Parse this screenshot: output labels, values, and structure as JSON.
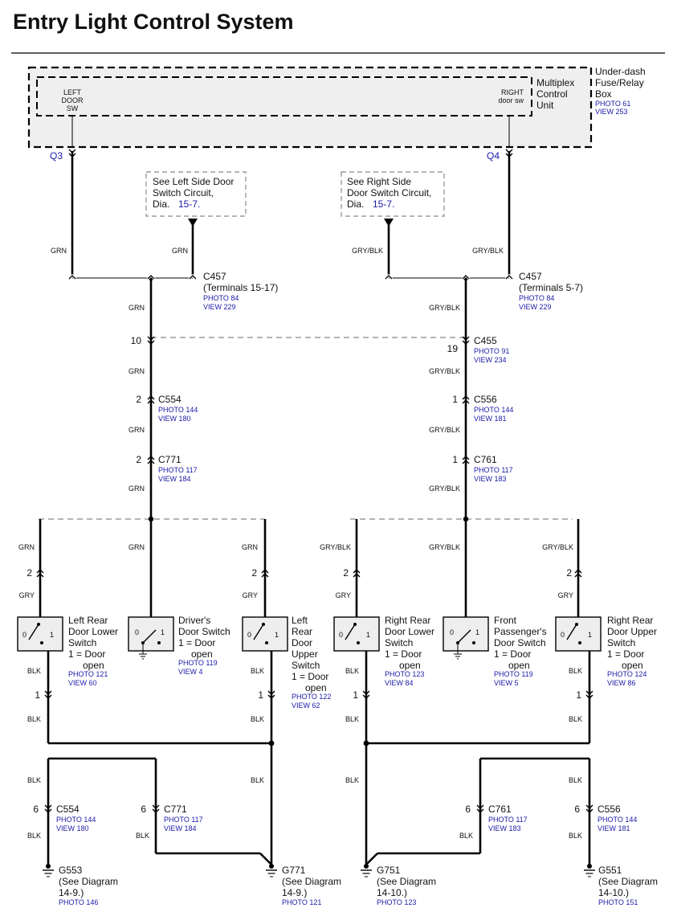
{
  "title": "Entry Light Control System",
  "fuse_box": {
    "name_lines": [
      "Under-dash",
      "Fuse/Relay",
      "Box"
    ],
    "photo": "PHOTO 61",
    "view": "VIEW 253",
    "mcu_lines": [
      "Multiplex",
      "Control",
      "Unit"
    ],
    "left_input_lines": [
      "LEFT",
      "DOOR",
      "SW"
    ],
    "right_input_lines": [
      "RIGHT",
      "door sw"
    ],
    "left_terminal": "Q3",
    "right_terminal": "Q4"
  },
  "see_left": {
    "lines": [
      "See Left Side Door",
      "Switch Circuit,"
    ],
    "dia_prefix": "Dia.",
    "dia_ref": "15-7."
  },
  "see_right": {
    "lines": [
      "See Right Side",
      "Door Switch Circuit,"
    ],
    "dia_prefix": "Dia.",
    "dia_ref": "15-7."
  },
  "wire_colors": {
    "grn": "GRN",
    "gry_blk": "GRY/BLK",
    "gry": "GRY",
    "blk": "BLK"
  },
  "connectors": {
    "c457_left": {
      "name": "C457",
      "sub": "(Terminals 15-17)",
      "photo": "PHOTO 84",
      "view": "VIEW 229"
    },
    "c457_right": {
      "name": "C457",
      "sub": "(Terminals 5-7)",
      "photo": "PHOTO 84",
      "view": "VIEW 229"
    },
    "c455": {
      "name": "C455",
      "photo": "PHOTO 91",
      "view": "VIEW 234",
      "pin_left": "10",
      "pin_right": "19"
    },
    "c554_top": {
      "name": "C554",
      "photo": "PHOTO 144",
      "view": "VIEW 180",
      "pin": "2"
    },
    "c556_top": {
      "name": "C556",
      "photo": "PHOTO 144",
      "view": "VIEW 181",
      "pin": "1"
    },
    "c771_top": {
      "name": "C771",
      "photo": "PHOTO 117",
      "view": "VIEW 184",
      "pin": "2"
    },
    "c761_top": {
      "name": "C761",
      "photo": "PHOTO 117",
      "view": "VIEW 183",
      "pin": "1"
    },
    "c554_bot": {
      "name": "C554",
      "photo": "PHOTO 144",
      "view": "VIEW 180",
      "pin": "6"
    },
    "c771_bot": {
      "name": "C771",
      "photo": "PHOTO 117",
      "view": "VIEW 184",
      "pin": "6"
    },
    "c761_bot": {
      "name": "C761",
      "photo": "PHOTO 117",
      "view": "VIEW 183",
      "pin": "6"
    },
    "c556_bot": {
      "name": "C556",
      "photo": "PHOTO 144",
      "view": "VIEW 181",
      "pin": "6"
    }
  },
  "switches": {
    "lr_lower": {
      "lines": [
        "Left Rear",
        "Door Lower",
        "Switch",
        "1 = Door",
        "open"
      ],
      "photo": "PHOTO 121",
      "view": "VIEW 60",
      "pin_top": "2",
      "pin_bot": "1"
    },
    "driver": {
      "lines": [
        "Driver's",
        "Door Switch",
        "1 = Door",
        "open"
      ],
      "photo": "PHOTO 119",
      "view": "VIEW 4"
    },
    "lr_upper": {
      "lines": [
        "Left",
        "Rear",
        "Door",
        "Upper",
        "Switch",
        "1 = Door",
        "open"
      ],
      "photo": "PHOTO 122",
      "view": "VIEW 62",
      "pin_top": "2",
      "pin_bot": "1"
    },
    "rr_lower": {
      "lines": [
        "Right Rear",
        "Door Lower",
        "Switch",
        "1 = Door",
        "open"
      ],
      "photo": "PHOTO 123",
      "view": "VIEW 84",
      "pin_top": "2",
      "pin_bot": "1"
    },
    "fp": {
      "lines": [
        "Front",
        "Passenger's",
        "Door Switch",
        "1 = Door",
        "open"
      ],
      "photo": "PHOTO 119",
      "view": "VIEW 5"
    },
    "rr_upper": {
      "lines": [
        "Right Rear",
        "Door Upper",
        "Switch",
        "1 = Door",
        "open"
      ],
      "photo": "PHOTO 124",
      "view": "VIEW 86",
      "pin_top": "2",
      "pin_bot": "1"
    }
  },
  "switch_states": {
    "off": "0",
    "on": "1"
  },
  "grounds": {
    "g553": {
      "name": "G553",
      "lines": [
        "(See Diagram",
        "14-9.)"
      ],
      "photo": "PHOTO 146"
    },
    "g771": {
      "name": "G771",
      "lines": [
        "(See Diagram",
        "14-9.)"
      ],
      "photo": "PHOTO 121"
    },
    "g751": {
      "name": "G751",
      "lines": [
        "(See Diagram",
        "14-10.)"
      ],
      "photo": "PHOTO 123"
    },
    "g551": {
      "name": "G551",
      "lines": [
        "(See Diagram",
        "14-10.)"
      ],
      "photo": "PHOTO 151"
    }
  }
}
